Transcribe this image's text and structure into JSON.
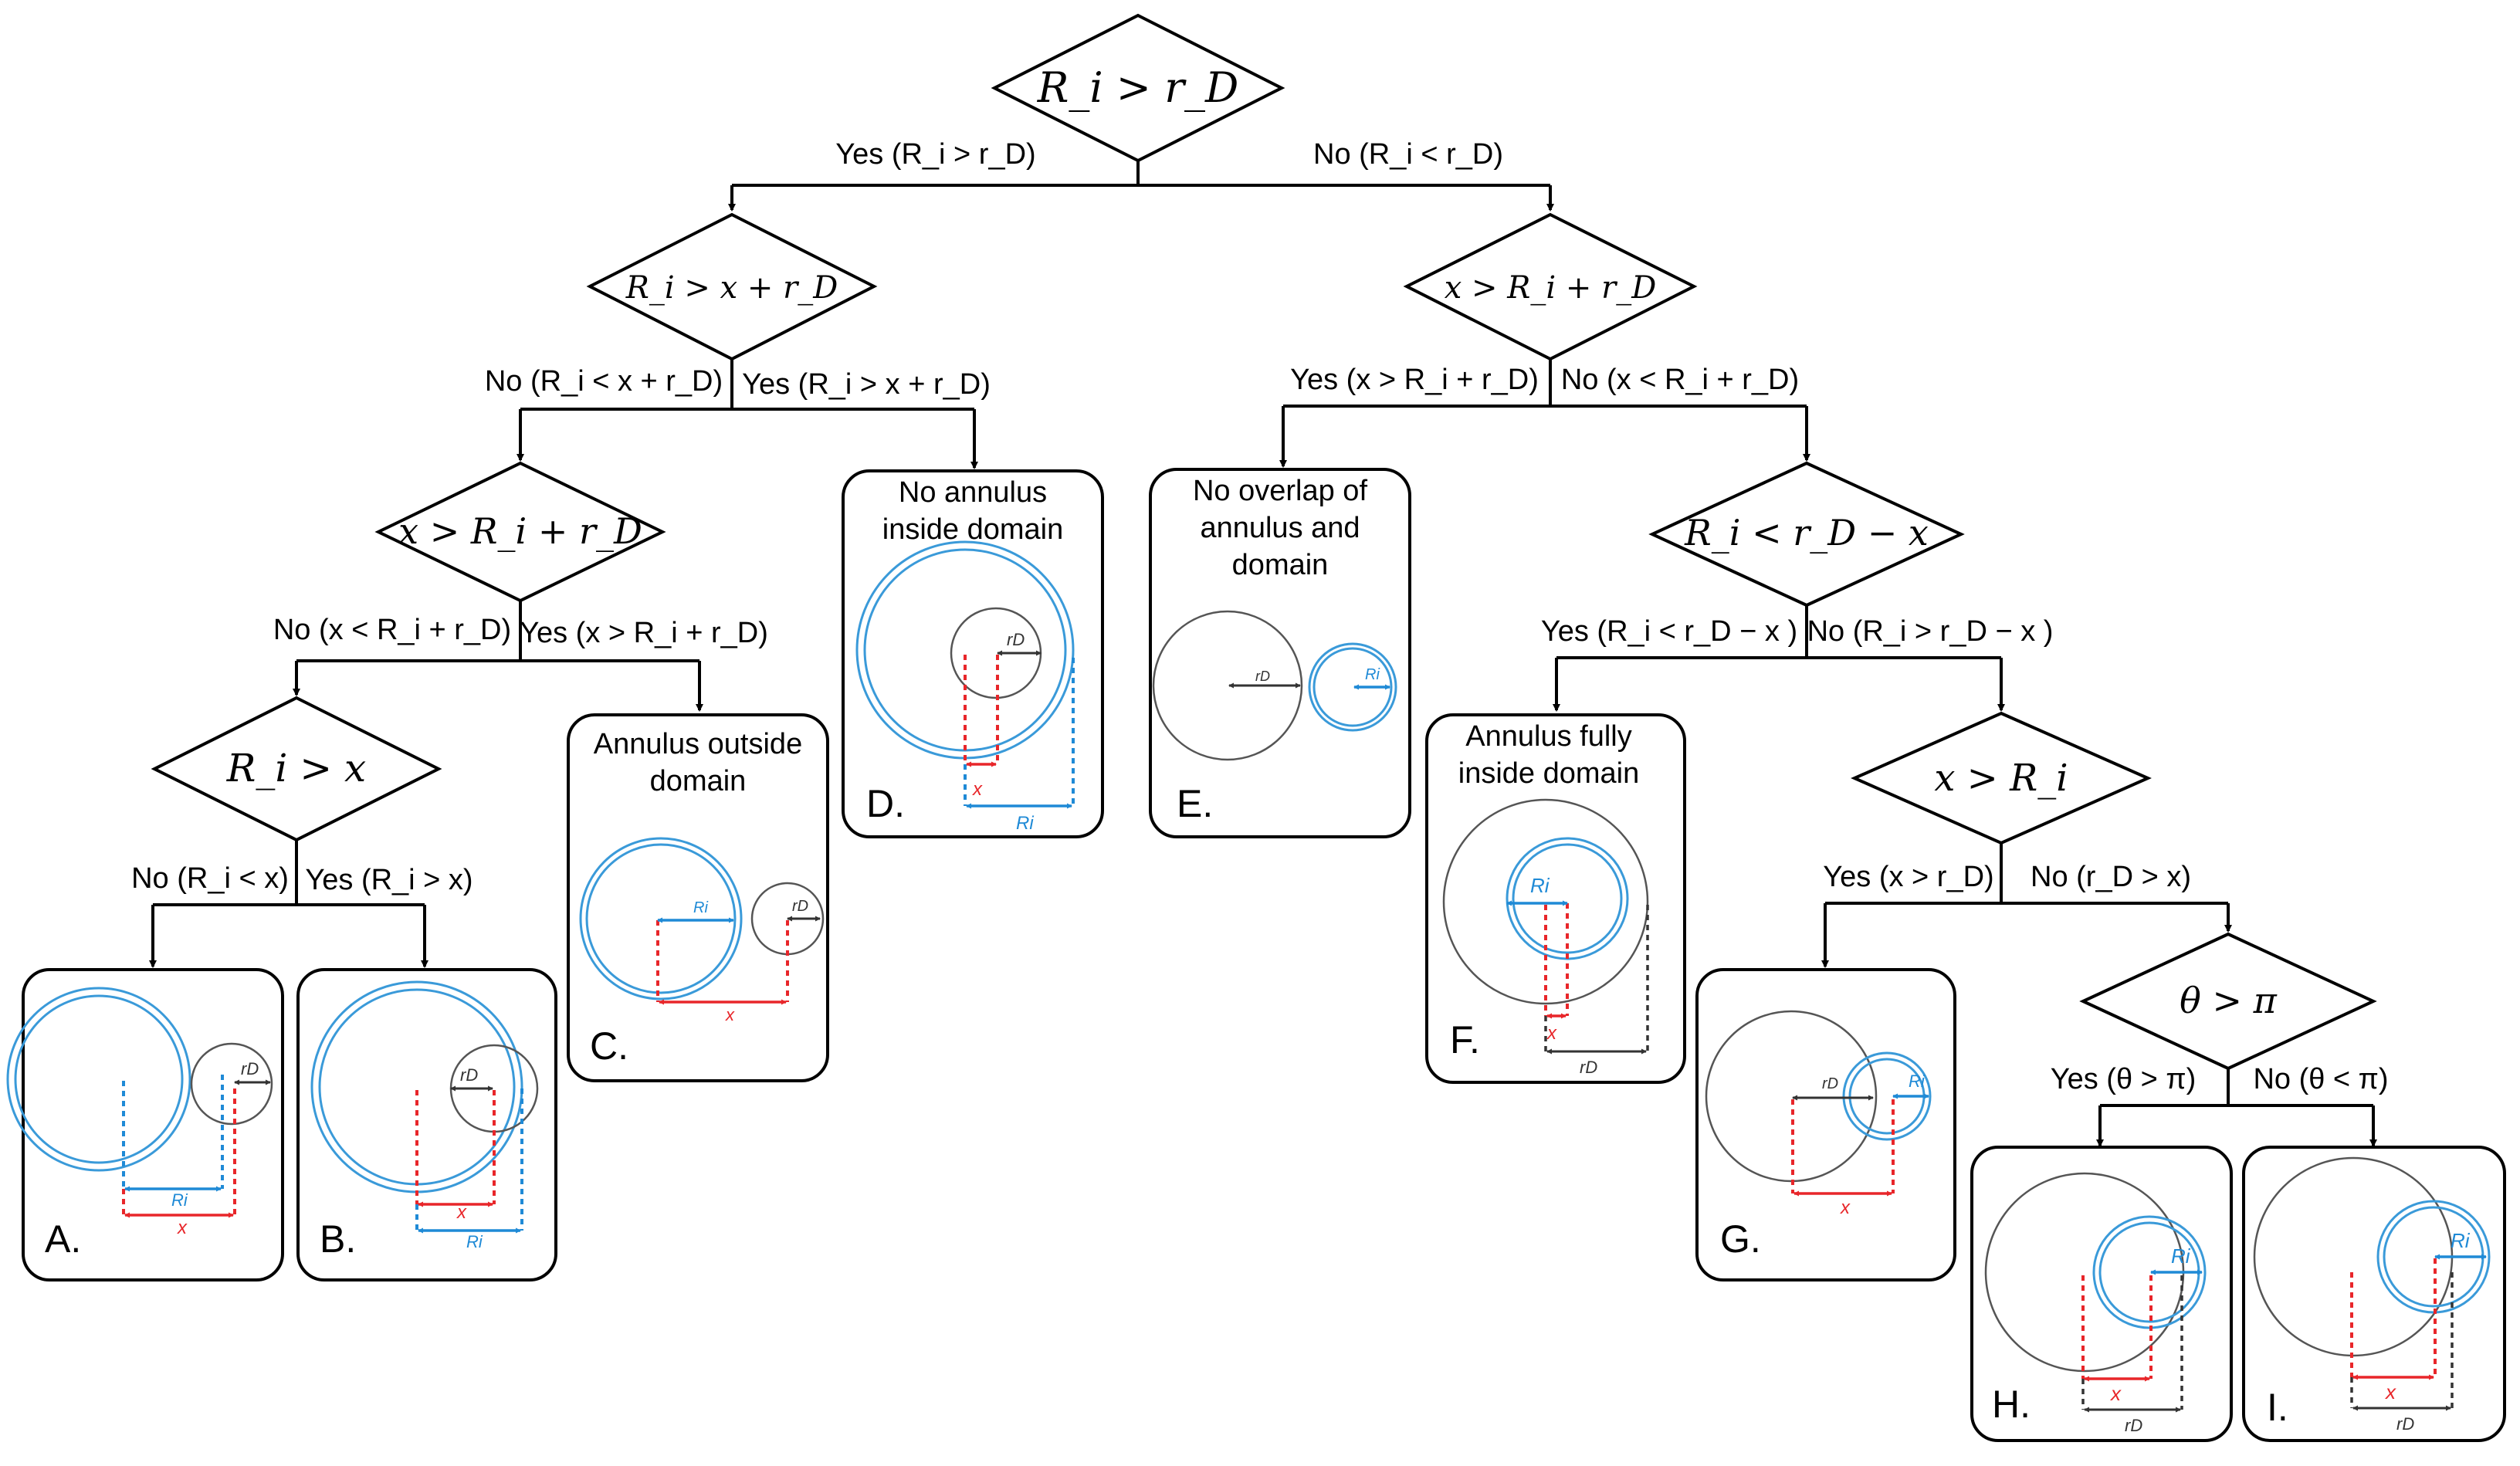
{
  "decisions": {
    "d0": "R_i > r_D",
    "d1": "R_i > x + r_D",
    "d2": "x > R_i + r_D",
    "d3": "x > R_i + r_D",
    "d4": "R_i > x",
    "d5": "R_i < r_D − x",
    "d6": "x > R_i",
    "d7": "θ > π"
  },
  "edge_labels": {
    "e0_yes": "Yes (R_i > r_D)",
    "e0_no": "No (R_i < r_D)",
    "e1_no": "No (R_i < x + r_D)",
    "e1_yes": "Yes (R_i > x + r_D)",
    "e3_yes": "Yes (x > R_i + r_D)",
    "e3_no": "No (x < R_i + r_D)",
    "e2_no": "No (x < R_i + r_D)",
    "e2_yes": "Yes (x > R_i + r_D)",
    "e5_yes": "Yes (R_i < r_D − x )",
    "e5_no": "No (R_i > r_D − x )",
    "e4_no": "No (R_i < x)",
    "e4_yes": "Yes (R_i > x)",
    "e6_yes": "Yes (x > r_D)",
    "e6_no": "No (r_D > x)",
    "e7_yes": "Yes (θ > π)",
    "e7_no": "No (θ < π)"
  },
  "outcomes": {
    "A": {
      "label": "A.",
      "title": ""
    },
    "B": {
      "label": "B.",
      "title": ""
    },
    "C": {
      "label": "C.",
      "title_lines": [
        "Annulus outside",
        "domain"
      ]
    },
    "D": {
      "label": "D.",
      "title_lines": [
        "No annulus",
        "inside domain"
      ]
    },
    "E": {
      "label": "E.",
      "title_lines": [
        "No overlap of",
        "annulus and",
        "domain"
      ]
    },
    "F": {
      "label": "F.",
      "title_lines": [
        "Annulus fully",
        "inside domain"
      ]
    },
    "G": {
      "label": "G.",
      "title": ""
    },
    "H": {
      "label": "H.",
      "title": ""
    },
    "I": {
      "label": "I.",
      "title": ""
    }
  },
  "sketch_labels": {
    "Ri": "Ri",
    "rD": "rD",
    "x": "x"
  },
  "colors": {
    "annulus": "#3a9ad9",
    "domain": "#555555",
    "x_measure": "#e8262a",
    "Ri_measure": "#1f8ad6"
  }
}
